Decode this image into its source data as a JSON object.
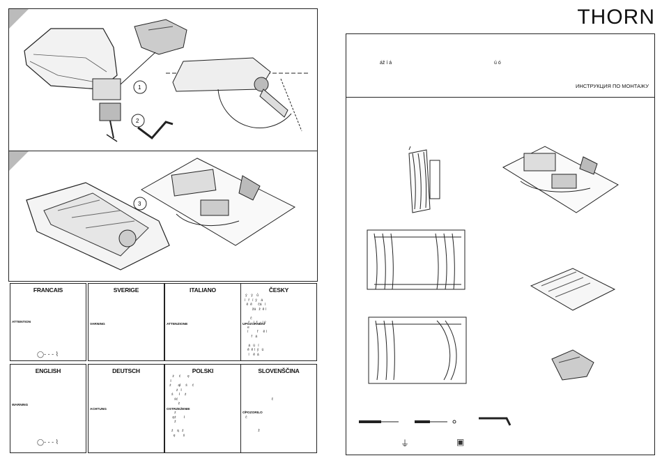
{
  "brand": "THORN",
  "header": {
    "scattered_left": "áž  í   á",
    "scattered_mid": "ú       ó",
    "title_ru": "ИНСТРУКЦИЯ ПО МОНТАЖУ"
  },
  "diagram": {
    "step_a_label": "1",
    "step_b_label": "2",
    "step_c_label": "3"
  },
  "languages": [
    {
      "title": "FRANCAIS",
      "warning": "ATTENTION",
      "symbols": "◯- - -  ⌇"
    },
    {
      "title": "SVERIGE",
      "warning": "VARNING",
      "symbols": ""
    },
    {
      "title": "ITALIANO",
      "warning": "ATTENZIONE",
      "symbols": ""
    },
    {
      "title": "ČESKY",
      "warning": "UPOZORNĚNÍ",
      "symbols": ""
    },
    {
      "title": "ENGLISH",
      "warning": "WARNING",
      "symbols": "◯- - -  ⌇"
    },
    {
      "title": "DEUTSCH",
      "warning": "ACHTUNG",
      "symbols": ""
    },
    {
      "title": "POLSKI",
      "warning": "OSTRZEŻENIE",
      "symbols": ""
    },
    {
      "title": "SLOVENŠČINA",
      "warning": "OPOZORILO",
      "symbols": ""
    }
  ],
  "cesky_scatter": "   ý    ý    ů\n  í   ř   í  ý    á\n    ě  ě      čá   í\n          žá   ž  ě í\n\n        č\n      ř    í  ř     í ý\n     ě\n     í         ř     ě í\n         ř   á\n\n      á   ú   í\n     ě  ě í  ý   ú\n      í    ě  á",
  "polski_scatter": "      ż     ć       ę\n    ł\n   ż       ął     ś     ć\n          ż   ł\n     ś      ł     ż\n        ść\n            ż\n\n        ż\n      ęż        ł\n        ż\n\n     ż    ą   ż\n       ę        ś",
  "slov_scatter": "\n\n\n\n\n                              č\n\n\n  č\n   č\n\n\n                ž",
  "tools_symbols": {
    "earth": "⏚",
    "class2": "▣"
  }
}
